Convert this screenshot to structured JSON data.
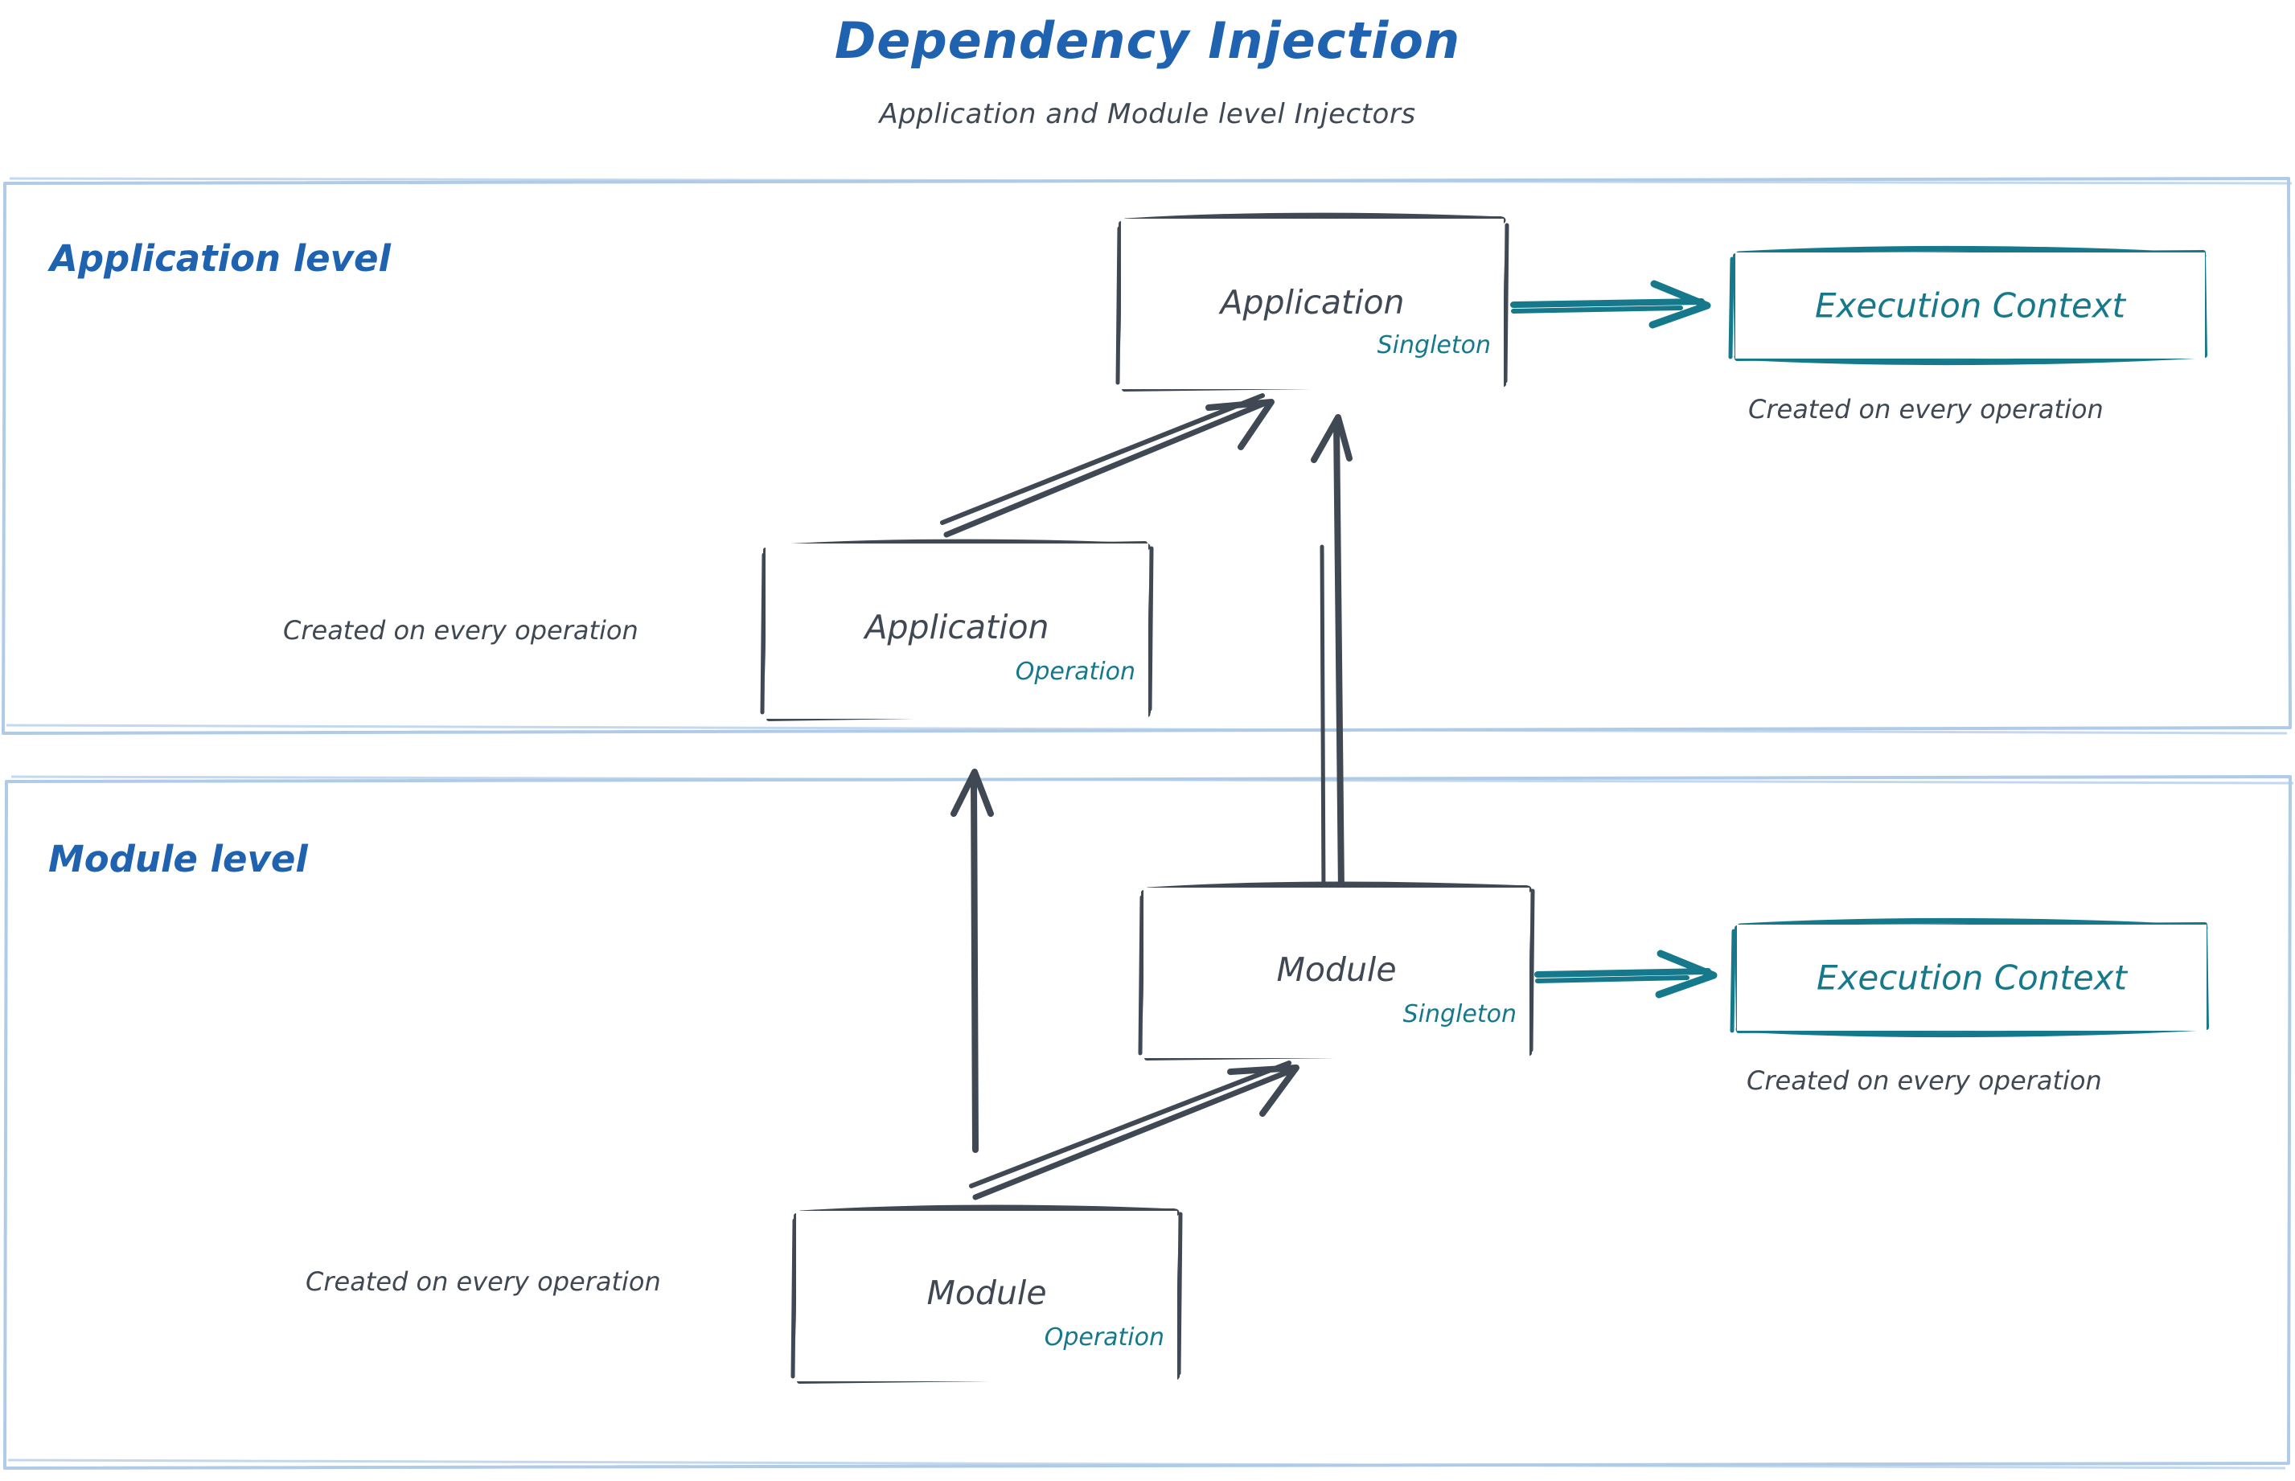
{
  "header": {
    "title": "Dependency Injection",
    "subtitle": "Application and Module level Injectors"
  },
  "colors": {
    "title_blue": "#1F63B0",
    "lane_border_blue": "#AFCBE8",
    "node_stroke": "#3F4853",
    "ink_gray": "#3F4853",
    "teal": "#15798B",
    "background": "#FFFFFF"
  },
  "lanes": [
    {
      "id": "application-level",
      "title": "Application level"
    },
    {
      "id": "module-level",
      "title": "Module level"
    }
  ],
  "nodes": {
    "application_singleton": {
      "title": "Application",
      "scope": "Singleton"
    },
    "application_operation": {
      "title": "Application",
      "scope": "Operation"
    },
    "module_singleton": {
      "title": "Module",
      "scope": "Singleton"
    },
    "module_operation": {
      "title": "Module",
      "scope": "Operation"
    },
    "execution_context_app": {
      "title": "Execution Context"
    },
    "execution_context_module": {
      "title": "Execution Context"
    }
  },
  "captions": {
    "exec_ctx_app": "Created on every operation",
    "app_operation": "Created on every operation",
    "exec_ctx_module": "Created on every operation",
    "module_operation": "Created on every operation"
  },
  "chart_data": {
    "type": "diagram",
    "title": "Dependency Injection",
    "subtitle": "Application and Module level Injectors",
    "lanes": [
      {
        "name": "Application level",
        "nodes": [
          {
            "label": "Application",
            "scope": "Singleton",
            "style": "gray-box"
          },
          {
            "label": "Application",
            "scope": "Operation",
            "style": "gray-box",
            "note": "Created on every operation"
          },
          {
            "label": "Execution Context",
            "style": "teal-box",
            "note": "Created on every operation"
          }
        ]
      },
      {
        "name": "Module level",
        "nodes": [
          {
            "label": "Module",
            "scope": "Singleton",
            "style": "gray-box"
          },
          {
            "label": "Module",
            "scope": "Operation",
            "style": "gray-box",
            "note": "Created on every operation"
          },
          {
            "label": "Execution Context",
            "style": "teal-box",
            "note": "Created on every operation"
          }
        ]
      }
    ],
    "edges": [
      {
        "from": "Application (Singleton)",
        "to": "Execution Context (Application level)",
        "color": "teal",
        "direction": "right"
      },
      {
        "from": "Application (Operation)",
        "to": "Application (Singleton)",
        "color": "gray",
        "direction": "up-right"
      },
      {
        "from": "Module (Singleton)",
        "to": "Application (Singleton)",
        "color": "gray",
        "direction": "up"
      },
      {
        "from": "Module (Operation)",
        "to": "Module (Singleton)",
        "color": "gray",
        "direction": "up-right"
      },
      {
        "from": "Module (Singleton)",
        "to": "Execution Context (Module level)",
        "color": "teal",
        "direction": "right"
      },
      {
        "from": "Module level lane",
        "to": "Application (Operation)",
        "color": "gray",
        "direction": "up"
      }
    ]
  }
}
